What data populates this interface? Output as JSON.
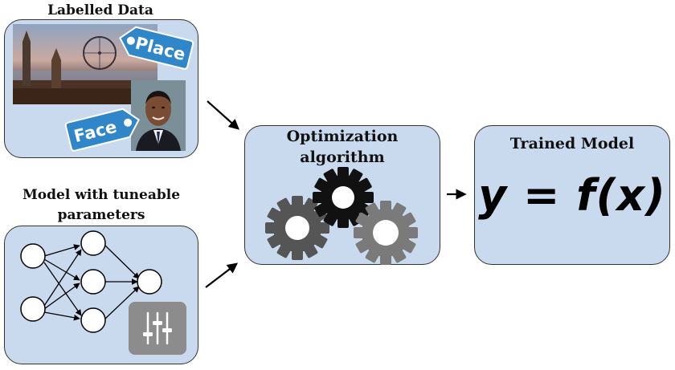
{
  "labelled_data": {
    "title": "Labelled Data",
    "place_tag": "Place",
    "face_tag": "Face"
  },
  "model": {
    "title_line1": "Model with tuneable",
    "title_line2": "parameters"
  },
  "optimization": {
    "title_line1": "Optimization",
    "title_line2": "algorithm"
  },
  "trained_model": {
    "title": "Trained Model",
    "formula": "y = f(x)"
  },
  "colors": {
    "box_fill": "#c9daee",
    "tag_blue": "#2f86c8",
    "gear_dark": "#111111",
    "gear_mid": "#555555",
    "gear_light": "#7a7a7a"
  },
  "icons": [
    "place-tag-icon",
    "face-tag-icon",
    "gear-icon",
    "sliders-icon",
    "neural-network-icon"
  ]
}
